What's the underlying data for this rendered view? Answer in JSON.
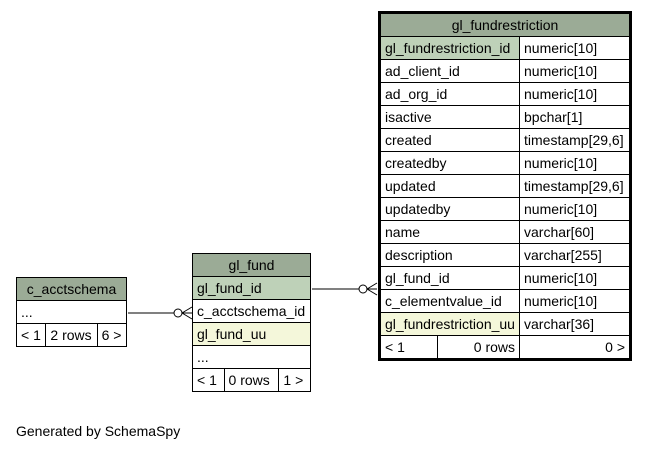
{
  "tables": {
    "c_acctschema": {
      "name": "c_acctschema",
      "ellipsis": "...",
      "nav_left": "< 1",
      "rows": "2 rows",
      "nav_right": "6 >"
    },
    "gl_fund": {
      "name": "gl_fund",
      "columns": [
        "gl_fund_id",
        "c_acctschema_id",
        "gl_fund_uu"
      ],
      "ellipsis": "...",
      "nav_left": "< 1",
      "rows": "0 rows",
      "nav_right": "1 >"
    },
    "gl_fundrestriction": {
      "name": "gl_fundrestriction",
      "columns": [
        {
          "name": "gl_fundrestriction_id",
          "type": "numeric[10]"
        },
        {
          "name": "ad_client_id",
          "type": "numeric[10]"
        },
        {
          "name": "ad_org_id",
          "type": "numeric[10]"
        },
        {
          "name": "isactive",
          "type": "bpchar[1]"
        },
        {
          "name": "created",
          "type": "timestamp[29,6]"
        },
        {
          "name": "createdby",
          "type": "numeric[10]"
        },
        {
          "name": "updated",
          "type": "timestamp[29,6]"
        },
        {
          "name": "updatedby",
          "type": "numeric[10]"
        },
        {
          "name": "name",
          "type": "varchar[60]"
        },
        {
          "name": "description",
          "type": "varchar[255]"
        },
        {
          "name": "gl_fund_id",
          "type": "numeric[10]"
        },
        {
          "name": "c_elementvalue_id",
          "type": "numeric[10]"
        },
        {
          "name": "gl_fundrestriction_uu",
          "type": "varchar[36]"
        }
      ],
      "nav_left": "< 1",
      "rows": "0 rows",
      "nav_right": "0 >"
    }
  },
  "footer": "Generated by SchemaSpy",
  "colors": {
    "header": "#9bab96",
    "primary_key": "#bed1b8",
    "indexed": "#f4f7da"
  }
}
